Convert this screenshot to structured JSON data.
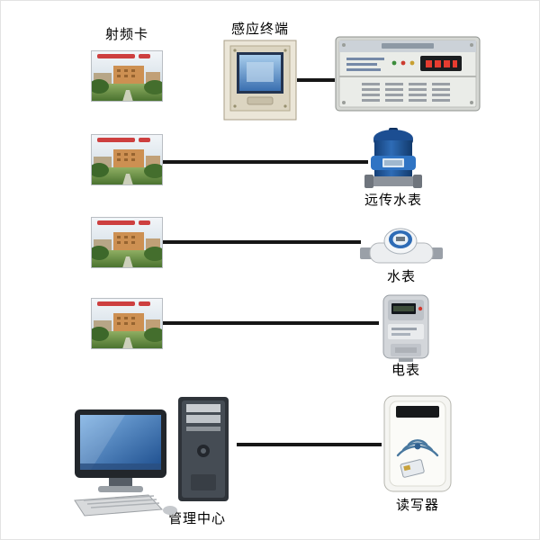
{
  "labels": {
    "rfid_card": "射频卡",
    "induction_terminal": "感应终端",
    "remote_water_meter": "远传水表",
    "water_meter": "水表",
    "electric_meter": "电表",
    "management_center": "管理中心",
    "reader_writer": "读写器"
  },
  "connections": [
    {
      "from": "induction-terminal",
      "to": "controller-unit"
    },
    {
      "from": "rfid-card-2",
      "to": "remote-water-meter"
    },
    {
      "from": "rfid-card-3",
      "to": "water-meter"
    },
    {
      "from": "rfid-card-4",
      "to": "electric-meter"
    },
    {
      "from": "management-center-computer",
      "to": "reader-writer"
    }
  ],
  "colors": {
    "background": "#ffffff",
    "connector_line": "#161616",
    "label_text": "#000000",
    "water_meter_blue": "#1d5fa6",
    "screen_blue": "#4a86c8",
    "device_gray": "#d6d8d4",
    "reader_body": "#f5f5f2"
  }
}
